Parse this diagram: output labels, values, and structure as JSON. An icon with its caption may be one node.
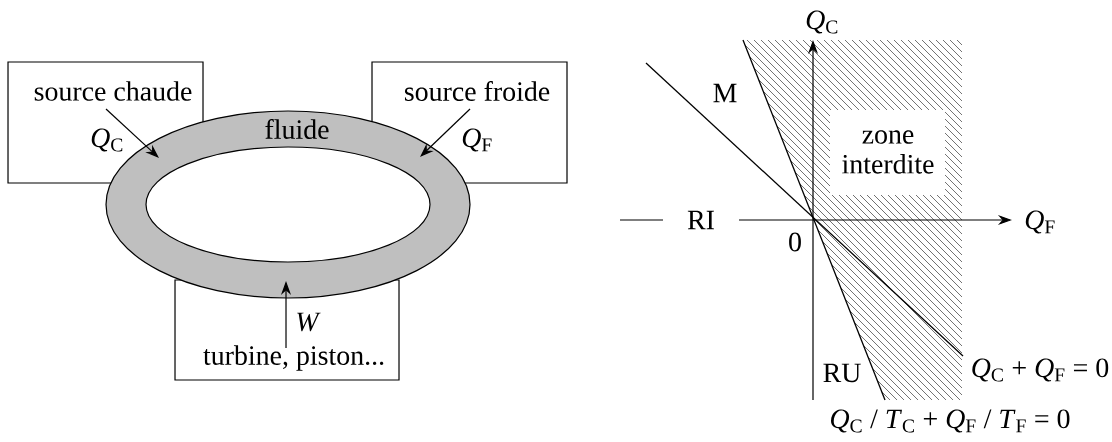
{
  "diagram": {
    "nodes": [
      {
        "text": [
          "source chaude"
        ]
      },
      {
        "text": [
          "source froide"
        ]
      },
      {
        "text": [
          "turbine, piston..."
        ]
      },
      {
        "text": [
          "fluide"
        ]
      }
    ],
    "edges": [
      {
        "from": 0,
        "to": 3,
        "arrow": "to",
        "label": "*Q*$_{C}$"
      },
      {
        "from": 1,
        "to": 3,
        "arrow": "to",
        "label": "*Q*$_{F}$"
      },
      {
        "from": 2,
        "to": 3,
        "arrow": "to",
        "label": "*W*"
      }
    ],
    "labels": [
      "*Q*$_{C}$",
      "M",
      "zone interdite",
      "RI",
      "*Q*$_{F}$",
      "0",
      "RU",
      "*Q*$_{C}$ + *Q*$_{F}$ = 0",
      "*Q*$_{C}$ / *T*$_{C}$ + *Q*$_{F}$ / *T*$_{F}$ = 0"
    ]
  }
}
